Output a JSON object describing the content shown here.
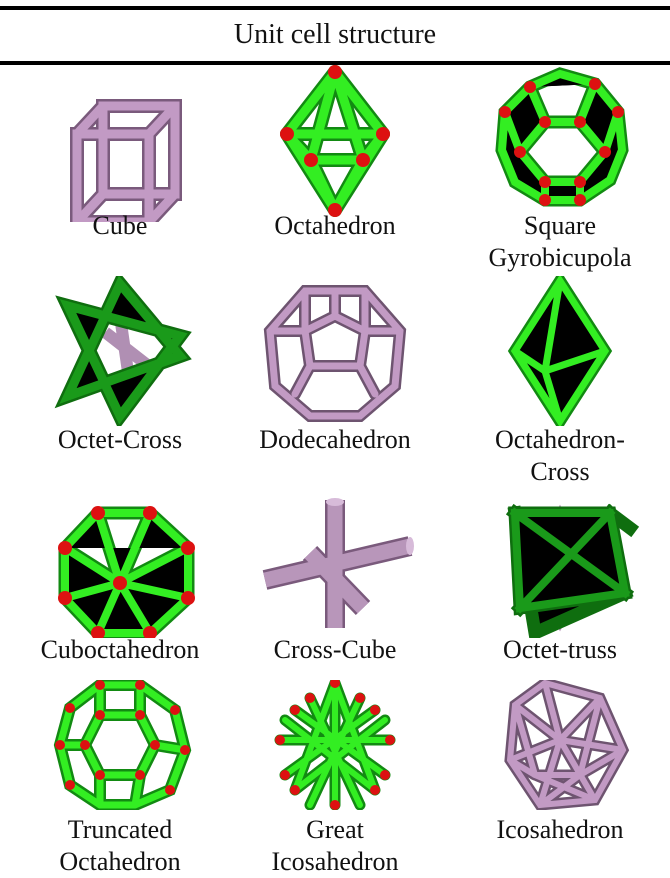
{
  "header": {
    "title": "Unit cell structure"
  },
  "cells": [
    {
      "label": "Cube"
    },
    {
      "label": "Octahedron"
    },
    {
      "label": "Square\nGyrobicupola"
    },
    {
      "label": "Octet-Cross"
    },
    {
      "label": "Dodecahedron"
    },
    {
      "label": "Octahedron-\nCross"
    },
    {
      "label": "Cuboctahedron"
    },
    {
      "label": "Cross-Cube"
    },
    {
      "label": "Octet-truss"
    },
    {
      "label": "Truncated\nOctahedron"
    },
    {
      "label": "Great\nIcosahedron"
    },
    {
      "label": "Icosahedron"
    }
  ],
  "colors": {
    "green_strut": "#22dd11",
    "dark_green_strut": "#178a17",
    "purple_strut": "#c29ac4",
    "magenta_strut": "#b020b8",
    "red_node": "#dd1111"
  }
}
